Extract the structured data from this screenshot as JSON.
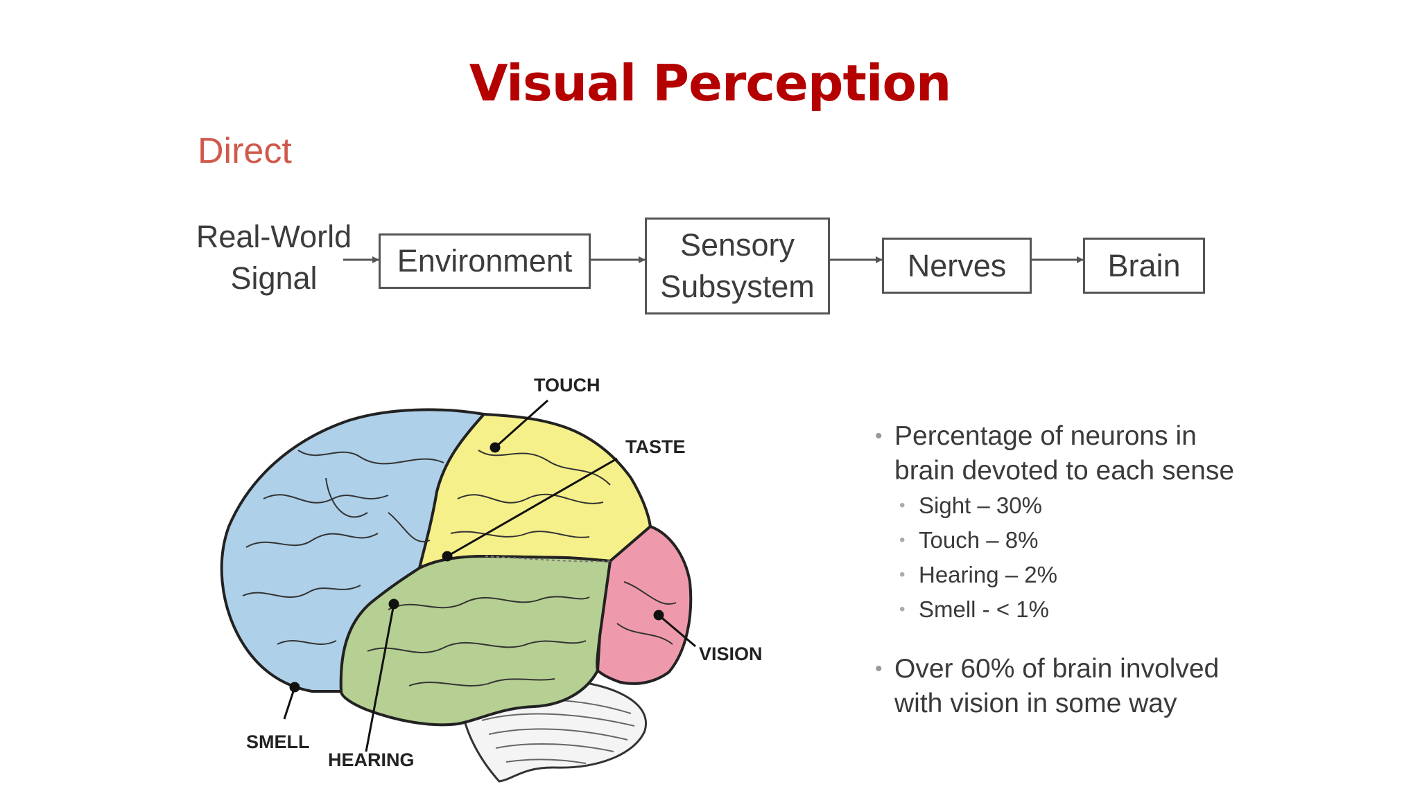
{
  "slide": {
    "title": "Visual Perception",
    "subheading": "Direct"
  },
  "flow": {
    "signal_lines": [
      "Real-World",
      "Signal"
    ],
    "boxes": [
      {
        "lines": [
          "Environment"
        ]
      },
      {
        "lines": [
          "Sensory",
          "Subsystem"
        ]
      },
      {
        "lines": [
          "Nerves"
        ]
      },
      {
        "lines": [
          "Brain"
        ]
      }
    ]
  },
  "brain_labels": {
    "touch": "TOUCH",
    "taste": "TASTE",
    "vision": "VISION",
    "smell": "SMELL",
    "hearing": "HEARING"
  },
  "colors": {
    "title": "#b50000",
    "subheading": "#cf5a4b",
    "frontal_lobe": "#aed0e8",
    "parietal_lobe": "#f6f08a",
    "temporal_lobe": "#b6cf92",
    "occipital_lobe": "#ee9aac"
  },
  "bullets": {
    "intro_lines": [
      "Percentage of neurons in",
      "brain devoted to each sense"
    ],
    "senses": [
      "Sight – 30%",
      "Touch – 8%",
      "Hearing – 2%",
      "Smell - < 1%"
    ],
    "closing_lines": [
      "Over 60% of brain involved",
      "with vision in some way"
    ]
  }
}
